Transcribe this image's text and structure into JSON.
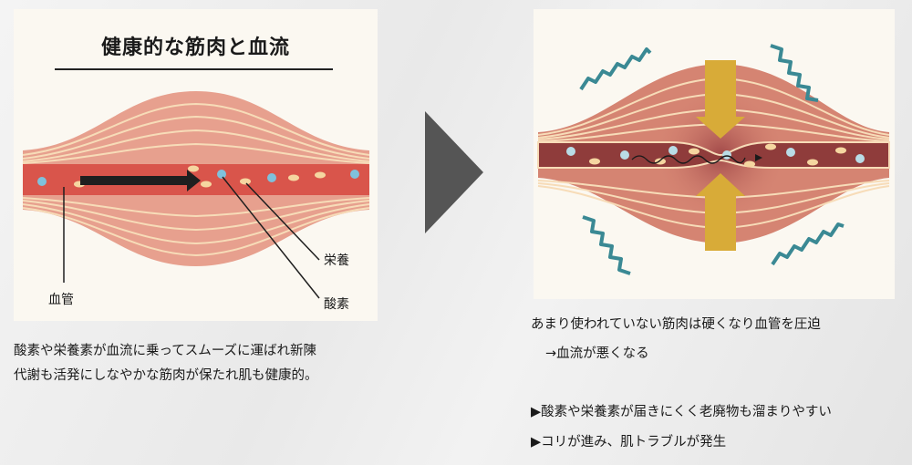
{
  "left": {
    "title": "健康的な筋肉と血流",
    "labels": {
      "vessel": "血管",
      "nutrition": "栄養",
      "oxygen": "酸素"
    },
    "caption": [
      "酸素や栄養素が血流に乗ってスムーズに運ばれ新陳",
      "代謝も活発にしなやかな筋肉が保たれ肌も健康的。"
    ]
  },
  "right": {
    "caption": {
      "line1": "あまり使われていない筋肉は硬くなり血管を圧迫",
      "line2": "→血流が悪くなる",
      "bullet1": "▶酸素や栄養素が届きにくく老廃物も溜まりやすい",
      "bullet2": "▶コリが進み、肌トラブルが発生"
    }
  },
  "colors": {
    "muscle": "#e7a08e",
    "vessel_healthy": "#d9554b",
    "vessel_stiff": "#8f3c3b",
    "pressure_arrow": "#d8ab38",
    "tension": "#3a8994",
    "next_arrow": "#555555"
  }
}
